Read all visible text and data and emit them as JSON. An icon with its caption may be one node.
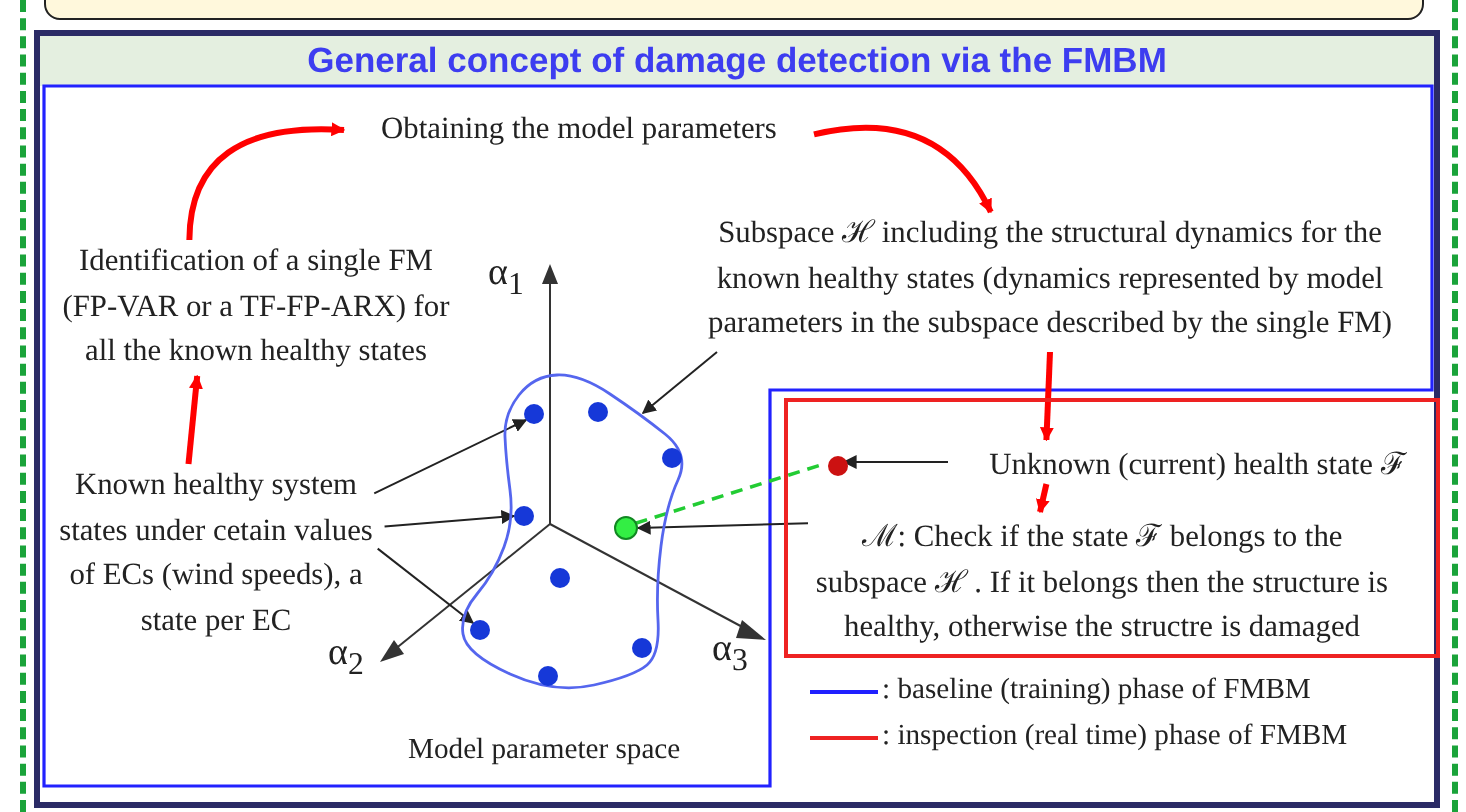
{
  "diagram": {
    "title": "General concept of damage detection via the FMBM",
    "nodes": [
      {
        "text": [
          "Obtaining the model parameters"
        ]
      },
      {
        "text": [
          "Identification of a single FM (FP-VAR or a TF-FP-ARX) for all the known healthy states"
        ]
      },
      {
        "text": [
          "Subspace ℋ including the structural dynamics for the known healthy states (dynamics represented by model parameters in the subspace described by the single FM)"
        ]
      },
      {
        "text": [
          "Known healthy system states under cetain values of ECs (wind speeds), a state per EC"
        ]
      },
      {
        "text": [],
        "shape": "blob"
      },
      {
        "text": [],
        "shape": "circle",
        "in": 4
      },
      {
        "text": [],
        "shape": "circle",
        "in": 4
      },
      {
        "text": [],
        "shape": "circle",
        "in": 4
      },
      {
        "text": [],
        "shape": "circle",
        "in": 4
      },
      {
        "text": [],
        "shape": "circle",
        "in": 4
      },
      {
        "text": [],
        "shape": "circle",
        "in": 4
      },
      {
        "text": [],
        "shape": "circle",
        "in": 4
      },
      {
        "text": [],
        "shape": "circle",
        "in": 4
      },
      {
        "text": [],
        "shape": "circle",
        "in": 4
      },
      {
        "text": [],
        "shape": "box"
      },
      {
        "text": [],
        "shape": "circle",
        "in": 14
      },
      {
        "text": [
          "Unknown (current) health state ℱ"
        ],
        "in": 14
      },
      {
        "text": [
          "ℳ: Check if the state ℱ belongs to the subspace ℋ . If it belongs then the structure is healthy, otherwise the structre is damaged"
        ],
        "in": 14
      }
    ],
    "edges": [
      {
        "from": 1,
        "to": 0,
        "arrow": "to",
        "style": "thick",
        "color": "#ff0000"
      },
      {
        "from": 0,
        "to": 2,
        "arrow": "to",
        "style": "thick",
        "color": "#ff0000"
      },
      {
        "from": 3,
        "to": 1,
        "arrow": "to",
        "style": "thick",
        "color": "#ff0000"
      },
      {
        "from": 2,
        "to": 16,
        "arrow": "to",
        "style": "thick",
        "color": "#ff0000"
      },
      {
        "from": 16,
        "to": 17,
        "arrow": "to",
        "style": "thick",
        "color": "#ff0000"
      },
      {
        "from": 2,
        "to": 4,
        "arrow": "to"
      },
      {
        "from": 3,
        "to": 5,
        "arrow": "to"
      },
      {
        "from": 3,
        "to": 8,
        "arrow": "to"
      },
      {
        "from": 3,
        "to": 10,
        "arrow": "to"
      },
      {
        "from": 16,
        "to": 15,
        "arrow": "to"
      },
      {
        "from": 17,
        "to": 13,
        "arrow": "to"
      },
      {
        "from": 13,
        "to": 15,
        "arrow": "none",
        "style": "dashed",
        "color": "#22cc33"
      }
    ],
    "labels": [
      "α$_{1}$",
      "α$_{2}$",
      "α$_{3}$",
      "Model parameter space"
    ],
    "legend": [
      {
        "text": ": baseline (training) phase of FMBM"
      },
      {
        "text": ": inspection (real time) phase of FMBM"
      }
    ]
  }
}
